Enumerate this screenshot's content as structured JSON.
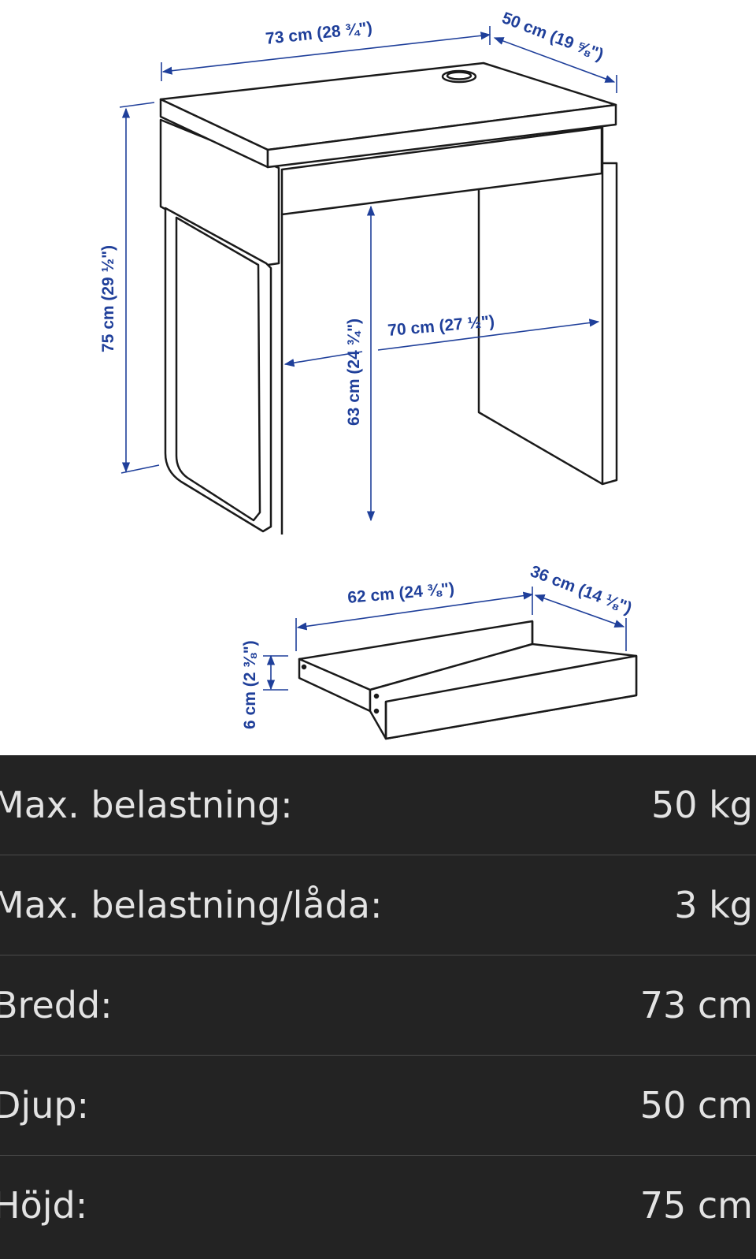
{
  "diagram": {
    "desk_width": "73 cm (28 ¾\")",
    "desk_depth": "50 cm (19 ⅝\")",
    "desk_height": "75 cm (29 ½\")",
    "knee_height": "63 cm (24 ¾\")",
    "knee_width": "70 cm (27 ½\")",
    "drawer_width": "62 cm (24 ⅜\")",
    "drawer_depth": "36 cm (14 ⅛\")",
    "drawer_height": "6 cm (2 ⅜\")",
    "line_color": "#1a1a1a",
    "dimension_color": "#1f3f9a"
  },
  "specs": [
    {
      "label": "Max. belastning:",
      "value": "50 kg"
    },
    {
      "label": "Max. belastning/låda:",
      "value": "3 kg"
    },
    {
      "label": "Bredd:",
      "value": "73 cm"
    },
    {
      "label": "Djup:",
      "value": "50 cm"
    },
    {
      "label": "Höjd:",
      "value": "75 cm"
    }
  ],
  "colors": {
    "background": "#232323",
    "text": "#e3e3e3",
    "divider": "#4a4a4a"
  }
}
